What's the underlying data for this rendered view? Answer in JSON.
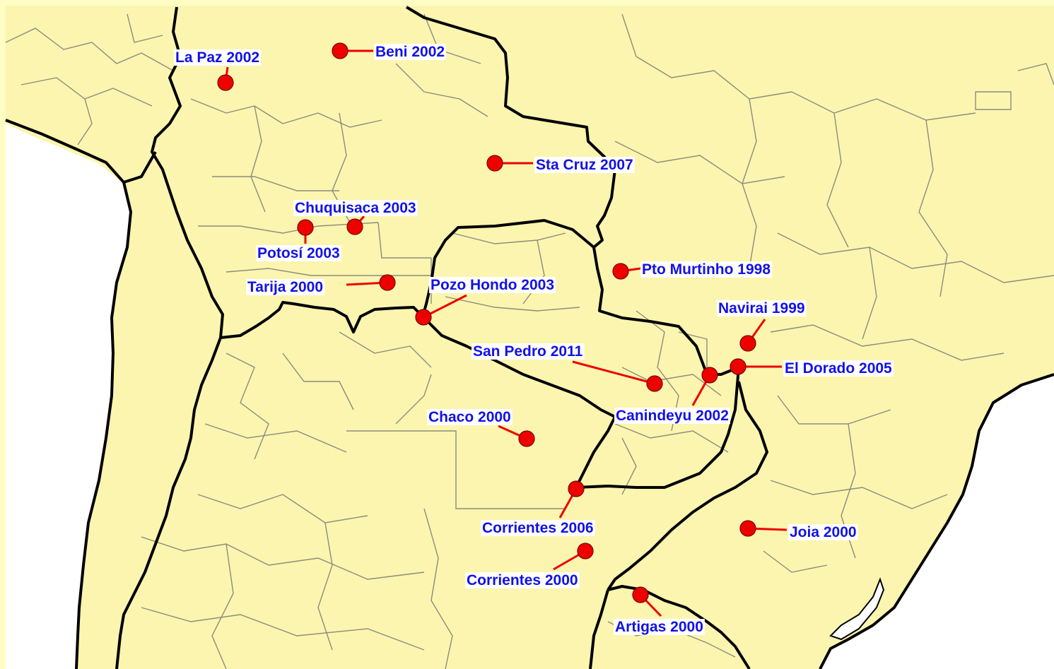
{
  "map": {
    "colors": {
      "land": "#fbf5b0",
      "sea": "#ffffff",
      "frame": "#fdfdc4",
      "border": "#000000",
      "subdivision": "#8c8c7c",
      "marker": "#ee0000",
      "label": "#1212e6"
    },
    "markers": [
      {
        "id": "la-paz",
        "label": "La Paz 2002"
      },
      {
        "id": "beni",
        "label": "Beni 2002"
      },
      {
        "id": "sta-cruz",
        "label": "Sta Cruz 2007"
      },
      {
        "id": "chuquisaca",
        "label": "Chuquisaca 2003"
      },
      {
        "id": "potosi",
        "label": "Potosí 2003"
      },
      {
        "id": "tarija",
        "label": "Tarija 2000"
      },
      {
        "id": "pozo-hondo",
        "label": "Pozo Hondo 2003"
      },
      {
        "id": "pto-murtinho",
        "label": "Pto Murtinho 1998"
      },
      {
        "id": "navirai",
        "label": "Navirai 1999"
      },
      {
        "id": "san-pedro",
        "label": "San Pedro 2011"
      },
      {
        "id": "el-dorado",
        "label": "El Dorado 2005"
      },
      {
        "id": "canindeyu",
        "label": "Canindeyu 2002"
      },
      {
        "id": "chaco",
        "label": "Chaco 2000"
      },
      {
        "id": "corrientes-2006",
        "label": "Corrientes 2006"
      },
      {
        "id": "corrientes-2000",
        "label": "Corrientes 2000"
      },
      {
        "id": "joia",
        "label": "Joia 2000"
      },
      {
        "id": "artigas",
        "label": "Artigas 2000"
      }
    ]
  }
}
